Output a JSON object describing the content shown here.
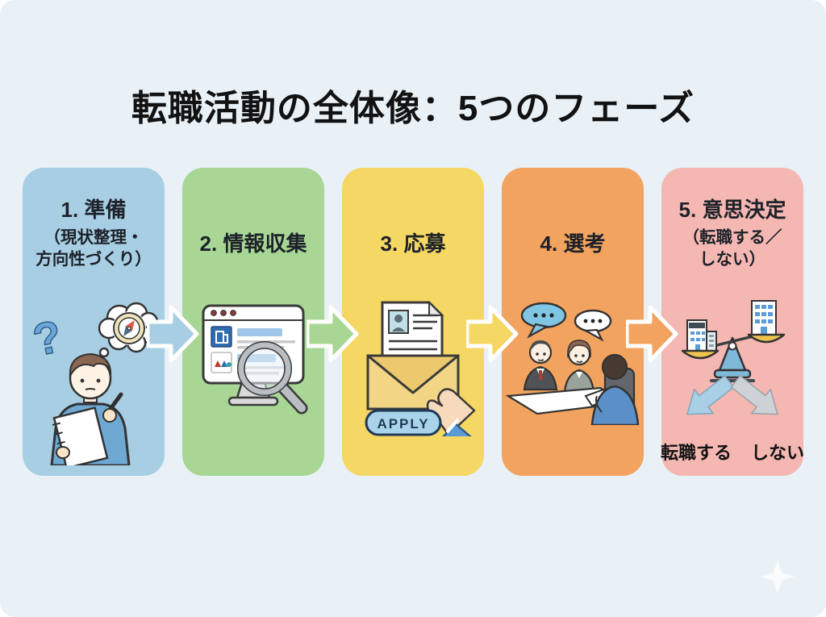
{
  "title": "転職活動の全体像：5つのフェーズ",
  "background_color": "#e9f1f7",
  "phases": [
    {
      "label": "1. 準備",
      "sublabel_line1": "（現状整理・",
      "sublabel_line2": "方向性づくり）",
      "color": "#a7cee3",
      "illustration": "person-thinking-with-compass"
    },
    {
      "label": "2. 情報収集",
      "color": "#a8d694",
      "illustration": "browser-search-magnifier"
    },
    {
      "label": "3. 応募",
      "color": "#f5d763",
      "illustration": "envelope-resume-hand",
      "apply_button_label": "APPLY"
    },
    {
      "label": "4. 選考",
      "color": "#f2a35f",
      "illustration": "interview-meeting"
    },
    {
      "label": "5. 意思決定",
      "sublabel_line1": "（転職する／",
      "sublabel_line2": "しない）",
      "color": "#f4b7b2",
      "illustration": "balance-scale-decision",
      "decision_labels": {
        "left": "転職する",
        "right": "しない"
      }
    }
  ],
  "arrows": [
    {
      "color": "#a7cee3"
    },
    {
      "color": "#a8d694"
    },
    {
      "color": "#f5d763"
    },
    {
      "color": "#f2a35f"
    }
  ]
}
